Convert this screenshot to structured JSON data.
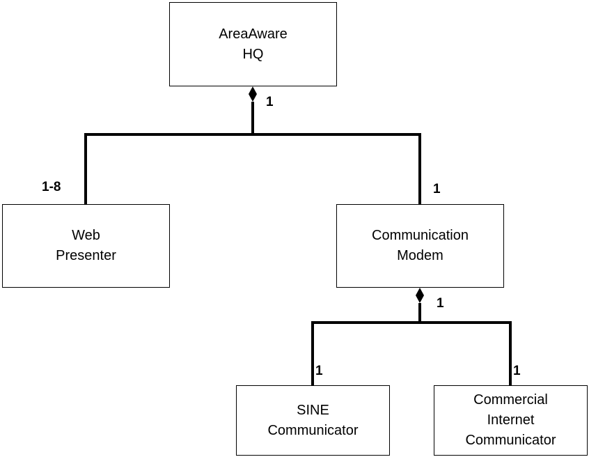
{
  "classes": {
    "hq": {
      "line1": "AreaAware",
      "line2": "HQ"
    },
    "web_presenter": {
      "line1": "Web",
      "line2": "Presenter"
    },
    "comm_modem": {
      "line1": "Communication",
      "line2": "Modem"
    },
    "sine": {
      "line1": "SINE",
      "line2": "Communicator"
    },
    "commercial": {
      "line1": "Commercial",
      "line2": "Internet",
      "line3": "Communicator"
    }
  },
  "multiplicities": {
    "hq_side": "1",
    "web_presenter_end": "1-8",
    "comm_modem_end": "1",
    "comm_modem_side": "1",
    "sine_end": "1",
    "commercial_end": "1"
  },
  "relations": [
    {
      "from": "hq",
      "to": "web_presenter",
      "kind": "composition"
    },
    {
      "from": "hq",
      "to": "comm_modem",
      "kind": "composition"
    },
    {
      "from": "comm_modem",
      "to": "sine",
      "kind": "composition"
    },
    {
      "from": "comm_modem",
      "to": "commercial",
      "kind": "composition"
    }
  ],
  "colors": {
    "stroke": "#000000",
    "fill": "#ffffff"
  }
}
